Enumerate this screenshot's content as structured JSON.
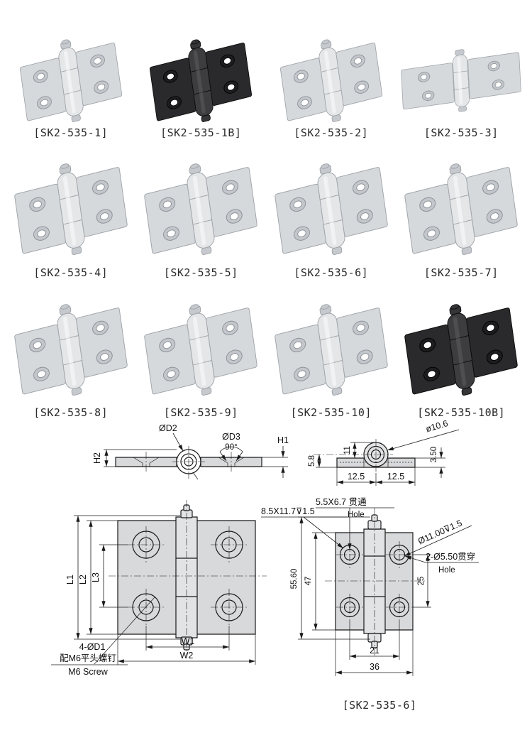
{
  "colors": {
    "background": "#ffffff",
    "line": "#1a1a1a",
    "drawing_plate_fill": "#d8d9da",
    "metal_silver": "#d6d9dc",
    "metal_black": "#2a2a2c"
  },
  "products": [
    {
      "label": "[SK2-535-1]",
      "style": "silver",
      "shape": "square"
    },
    {
      "label": "[SK2-535-1B]",
      "style": "black",
      "shape": "square"
    },
    {
      "label": "[SK2-535-2]",
      "style": "silver",
      "shape": "square"
    },
    {
      "label": "[SK2-535-3]",
      "style": "silver",
      "shape": "long"
    },
    {
      "label": "[SK2-535-4]",
      "style": "silver",
      "shape": "square"
    },
    {
      "label": "[SK2-535-5]",
      "style": "silver",
      "shape": "square"
    },
    {
      "label": "[SK2-535-6]",
      "style": "silver",
      "shape": "square"
    },
    {
      "label": "[SK2-535-7]",
      "style": "silver",
      "shape": "square"
    },
    {
      "label": "[SK2-535-8]",
      "style": "silver",
      "shape": "square"
    },
    {
      "label": "[SK2-535-9]",
      "style": "silver",
      "shape": "square"
    },
    {
      "label": "[SK2-535-10]",
      "style": "silver",
      "shape": "square"
    },
    {
      "label": "[SK2-535-10B]",
      "style": "black",
      "shape": "square"
    }
  ],
  "side_view_left": {
    "d2": "ØD2",
    "d3": "ØD3",
    "angle": "90°",
    "h1": "H1",
    "h2": "H2"
  },
  "side_view_right": {
    "dia": "ø10.6",
    "dim_barrel": "11",
    "dim_center": "5.8",
    "dim_thk": "3.50",
    "dim_left": "12.5",
    "dim_right": "12.5"
  },
  "front_view_left": {
    "l1": "L1",
    "l2": "L2",
    "l3": "L3",
    "w1": "W1",
    "w2": "W2",
    "hole_note": "4-ØD1",
    "screw_note_cn": "配M6平头螺钉",
    "screw_note_en": "M6 Screw"
  },
  "front_view_right": {
    "note_top_cn": "5.5X6.7 贯通",
    "note_top_en": "Hole",
    "note_left": "8.5X11.7⊽1.5",
    "note_diag": "Ø11.00⊽1.5",
    "note_right_cn": "2-Ø5.50贯穿",
    "note_right_en": "Hole",
    "dim_total_h": "55.60",
    "dim_plate_h": "47",
    "dim_hole_v": "25",
    "dim_hole_w": "21",
    "dim_total_w": "36",
    "caption": "[SK2-535-6]"
  }
}
